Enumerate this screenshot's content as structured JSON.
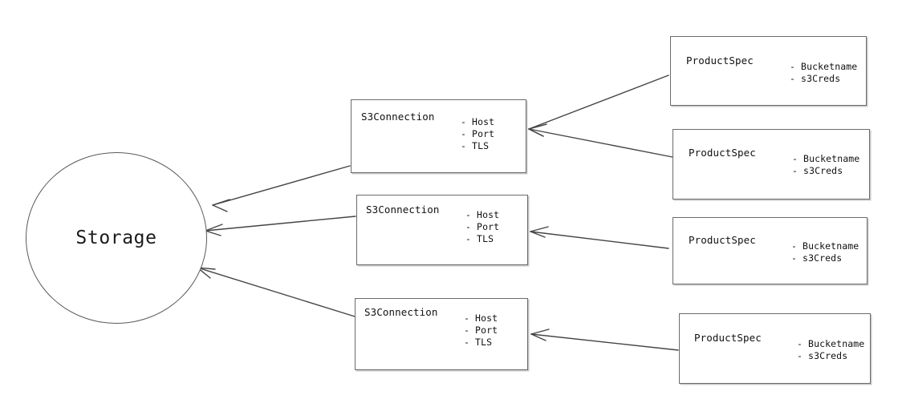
{
  "diagram": {
    "title_node": {
      "label": "Storage",
      "shape": "circle"
    },
    "connection_boxes": [
      {
        "title": "S3Connection",
        "fields": [
          "- Host",
          "- Port",
          "- TLS"
        ]
      },
      {
        "title": "S3Connection",
        "fields": [
          "- Host",
          "- Port",
          "- TLS"
        ]
      },
      {
        "title": "S3Connection",
        "fields": [
          "- Host",
          "- Port",
          "- TLS"
        ]
      }
    ],
    "spec_boxes": [
      {
        "title": "ProductSpec",
        "fields": [
          "- Bucketname",
          "- s3Creds"
        ]
      },
      {
        "title": "ProductSpec",
        "fields": [
          "- Bucketname",
          "- s3Creds"
        ]
      },
      {
        "title": "ProductSpec",
        "fields": [
          "- Bucketname",
          "- s3Creds"
        ]
      },
      {
        "title": "ProductSpec",
        "fields": [
          "- Bucketname",
          "- s3Creds"
        ]
      }
    ],
    "colors": {
      "stroke": "#5a5a5a",
      "box_border": "#6b6b6b",
      "text": "#111111",
      "background": "#ffffff",
      "arrow": "#444444"
    }
  }
}
